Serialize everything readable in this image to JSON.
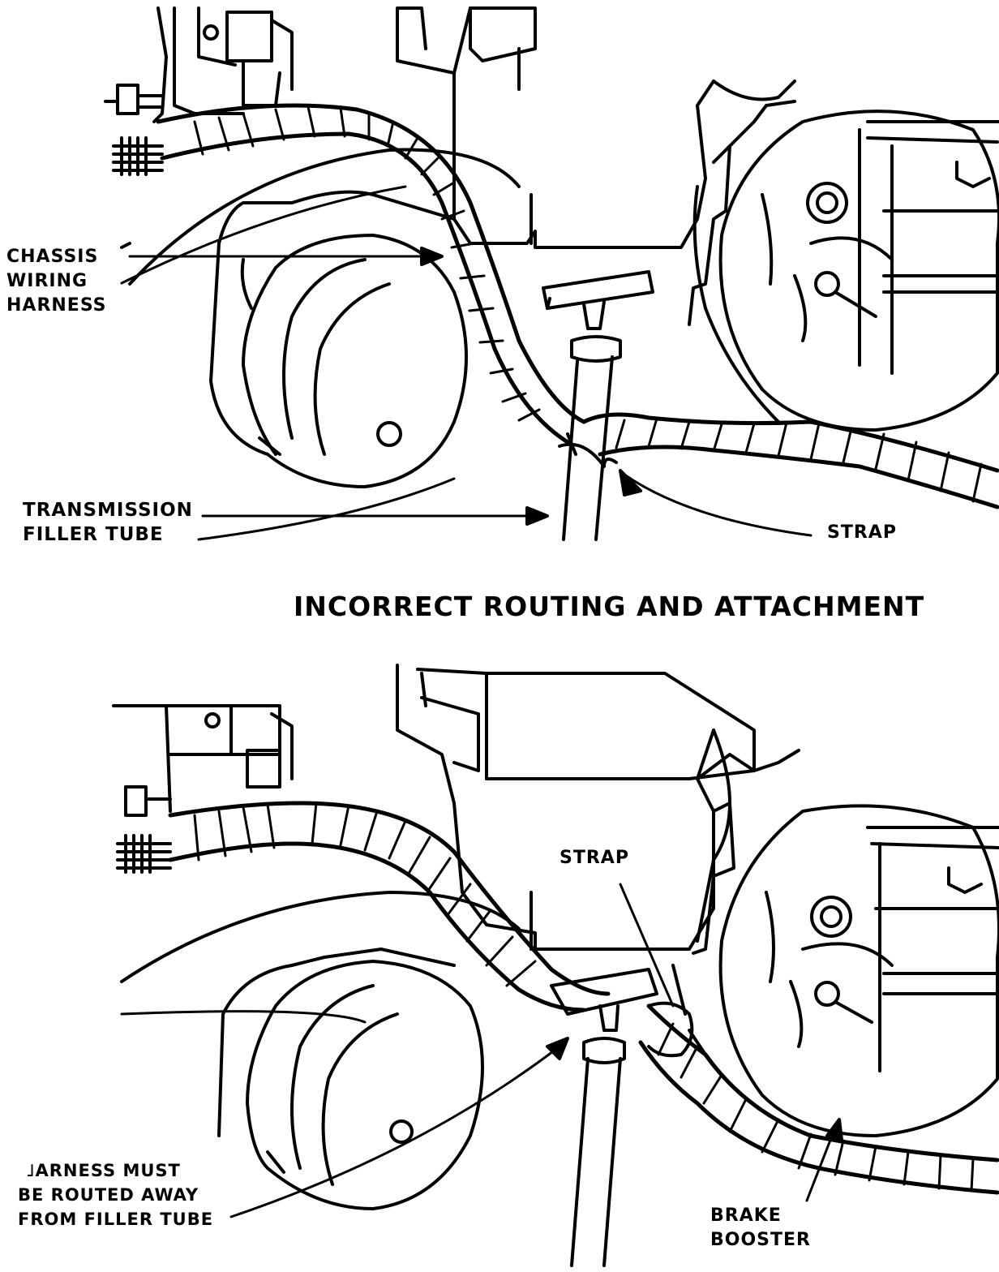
{
  "top": {
    "chassis_label": [
      "CHASSIS",
      "WIRING",
      "HARNESS"
    ],
    "filler_label": [
      "TRANSMISSION",
      "FILLER TUBE"
    ],
    "strap_label": "STRAP"
  },
  "caption": "INCORRECT ROUTING AND ATTACHMENT",
  "bottom": {
    "strap_label": "STRAP",
    "harness_label": [
      "˩ARNESS MUST",
      "BE ROUTED AWAY",
      "FROM FILLER TUBE"
    ],
    "booster_label": [
      "BRAKE",
      "BOOSTER"
    ]
  },
  "colors": {
    "ink": "#000000",
    "paper": "#ffffff"
  }
}
